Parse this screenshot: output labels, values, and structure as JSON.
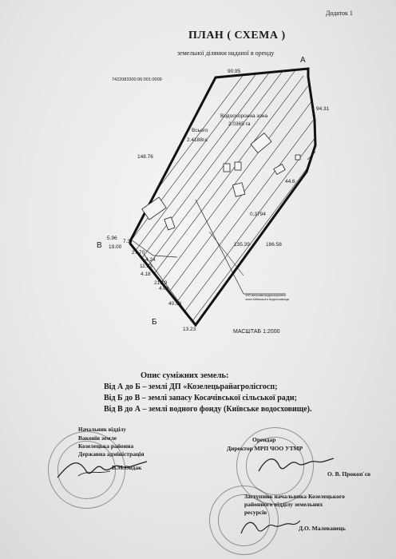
{
  "header": {
    "appendix": "Додаток 1",
    "title": "ПЛАН ( СХЕМА )",
    "subtitle": "земельної ділянки наданої в оренду",
    "cadastral_number": "7422083300:06:001:0009"
  },
  "plan": {
    "corners": {
      "a": "А",
      "b": "Б",
      "v": "В"
    },
    "sides": {
      "top": "90.95",
      "right": "94.31",
      "left": "148.76",
      "bottom": "13.23",
      "inner_right": "44.6"
    },
    "areas": {
      "water_zone": "Водоохоронна зона",
      "water_zone_area": "2.0365 га",
      "total_label": "Всього",
      "total_area": "2.4188га",
      "small_area": "0,3794"
    },
    "measurements": [
      "5.96",
      "7.3",
      "19.00",
      "27.70",
      "4.24",
      "11.33",
      "4.18",
      "21.19",
      "4.06",
      "40.53",
      "135.39",
      "186.58"
    ],
    "note": "100 метрова водоохоронна зона Київського водосховища",
    "scale": "МАСШТАБ 1:2000"
  },
  "description": {
    "heading": "Опис суміжних земель:",
    "lines": [
      "Від А до Б – землі ДП «Козелецьрайагролісгосп;",
      "Від Б до В – землі запасу Косачівської сільської ради;",
      "Від В до А – землі водного фонду (Київське водосховище)."
    ]
  },
  "signatures": {
    "left": {
      "line1": "Начальник відділу",
      "line2": "Ваконів земле",
      "line3": "Козелецька районна",
      "line4": "Державна адміністрація",
      "name": "В.М.Овдак"
    },
    "right1": {
      "line1": "Орендар",
      "line2": "Директор МРП ЧОО УТМР",
      "name": "О. В. Прокоп`єв"
    },
    "right2": {
      "line1": "Заступник начальника Козелецького",
      "line2": "районного відділу земельних",
      "line3": "ресурсів",
      "name": "Д.О. Малеванець"
    }
  }
}
